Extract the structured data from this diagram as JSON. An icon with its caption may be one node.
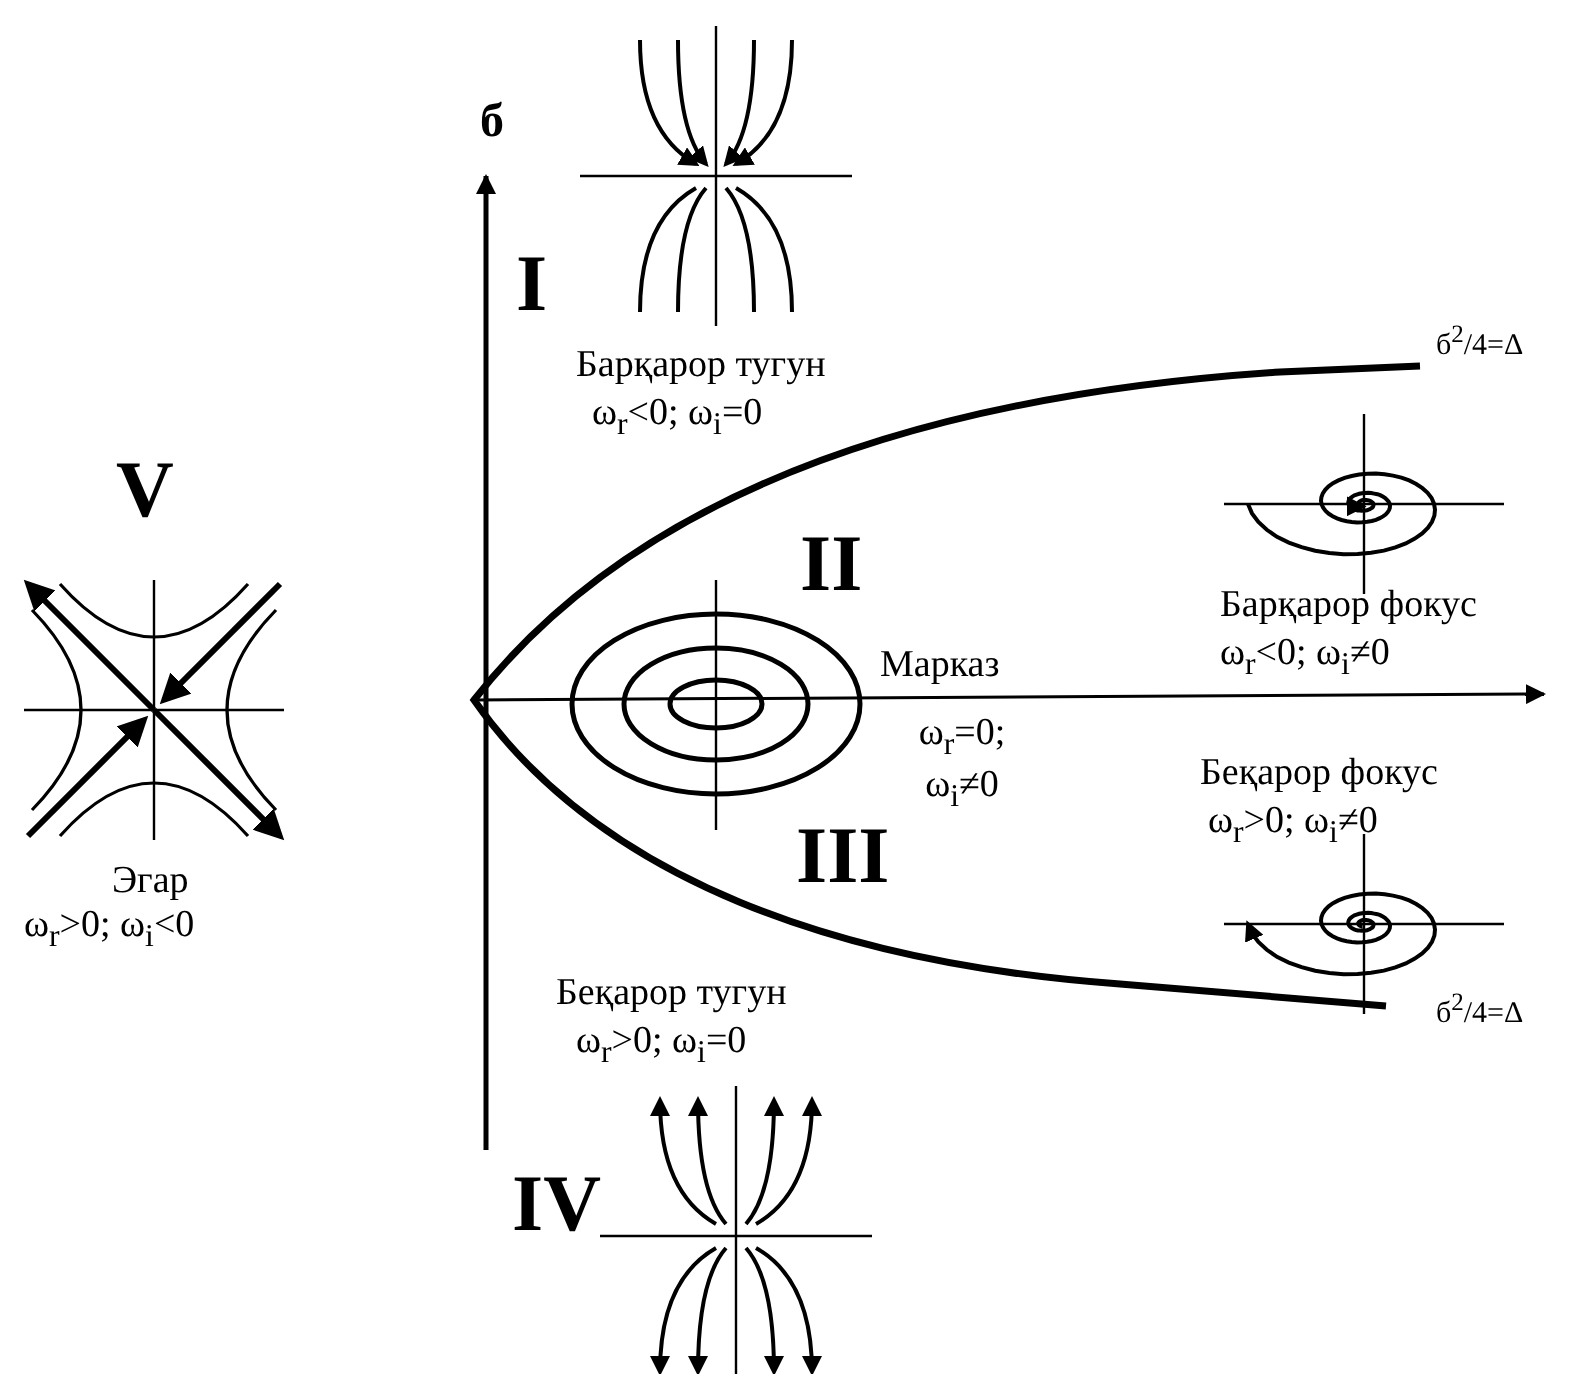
{
  "diagram": {
    "labels": [
      "б",
      "I",
      "Барқарор тугун",
      "ω$_{r}$<0;  ω$_{i}$=0",
      "б$^{2}$/4=Δ",
      "V",
      "II",
      "Барқарор фокус",
      "ω$_{r}$<0;  ω$_{i}$≠0",
      "Марказ",
      "ω$_{r}$=0; ω$_{i}$≠0",
      "Беқарор фокус",
      "ω$_{r}$>0;  ω$_{i}$≠0",
      "III",
      "Эгар",
      "ω$_{r}$>0;  ω$_{i}$<0",
      "б$^{2}$/4=Δ",
      "Беқарор тугун",
      "ω$_{r}$>0;  ω$_{i}$=0",
      "IV"
    ]
  }
}
